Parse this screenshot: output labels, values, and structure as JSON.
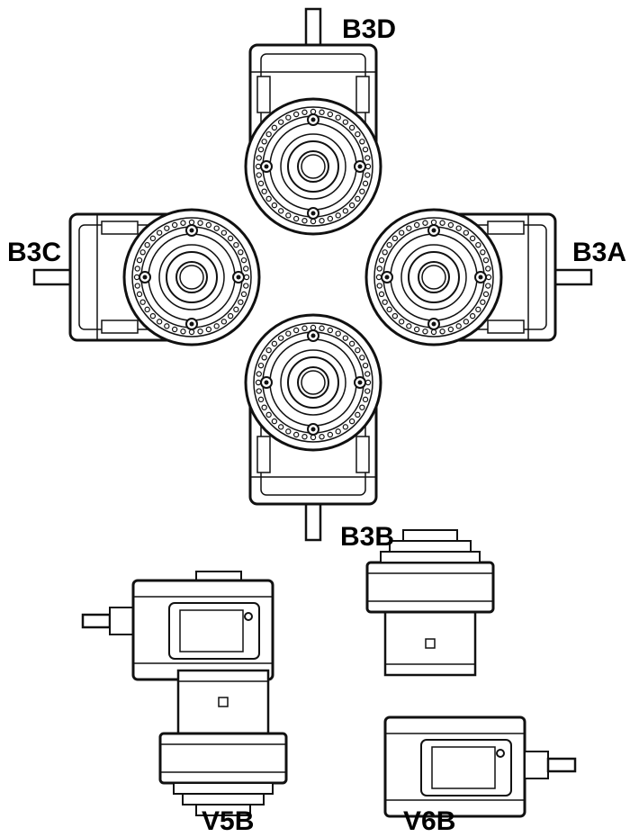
{
  "labels": {
    "b3d": "B3D",
    "b3c": "B3C",
    "b3a": "B3A",
    "b3b": "B3B",
    "v5b": "V5B",
    "v6b": "V6B"
  },
  "colors": {
    "line": "#111111",
    "fill": "#ffffff",
    "shade": "#e9e9e9"
  }
}
